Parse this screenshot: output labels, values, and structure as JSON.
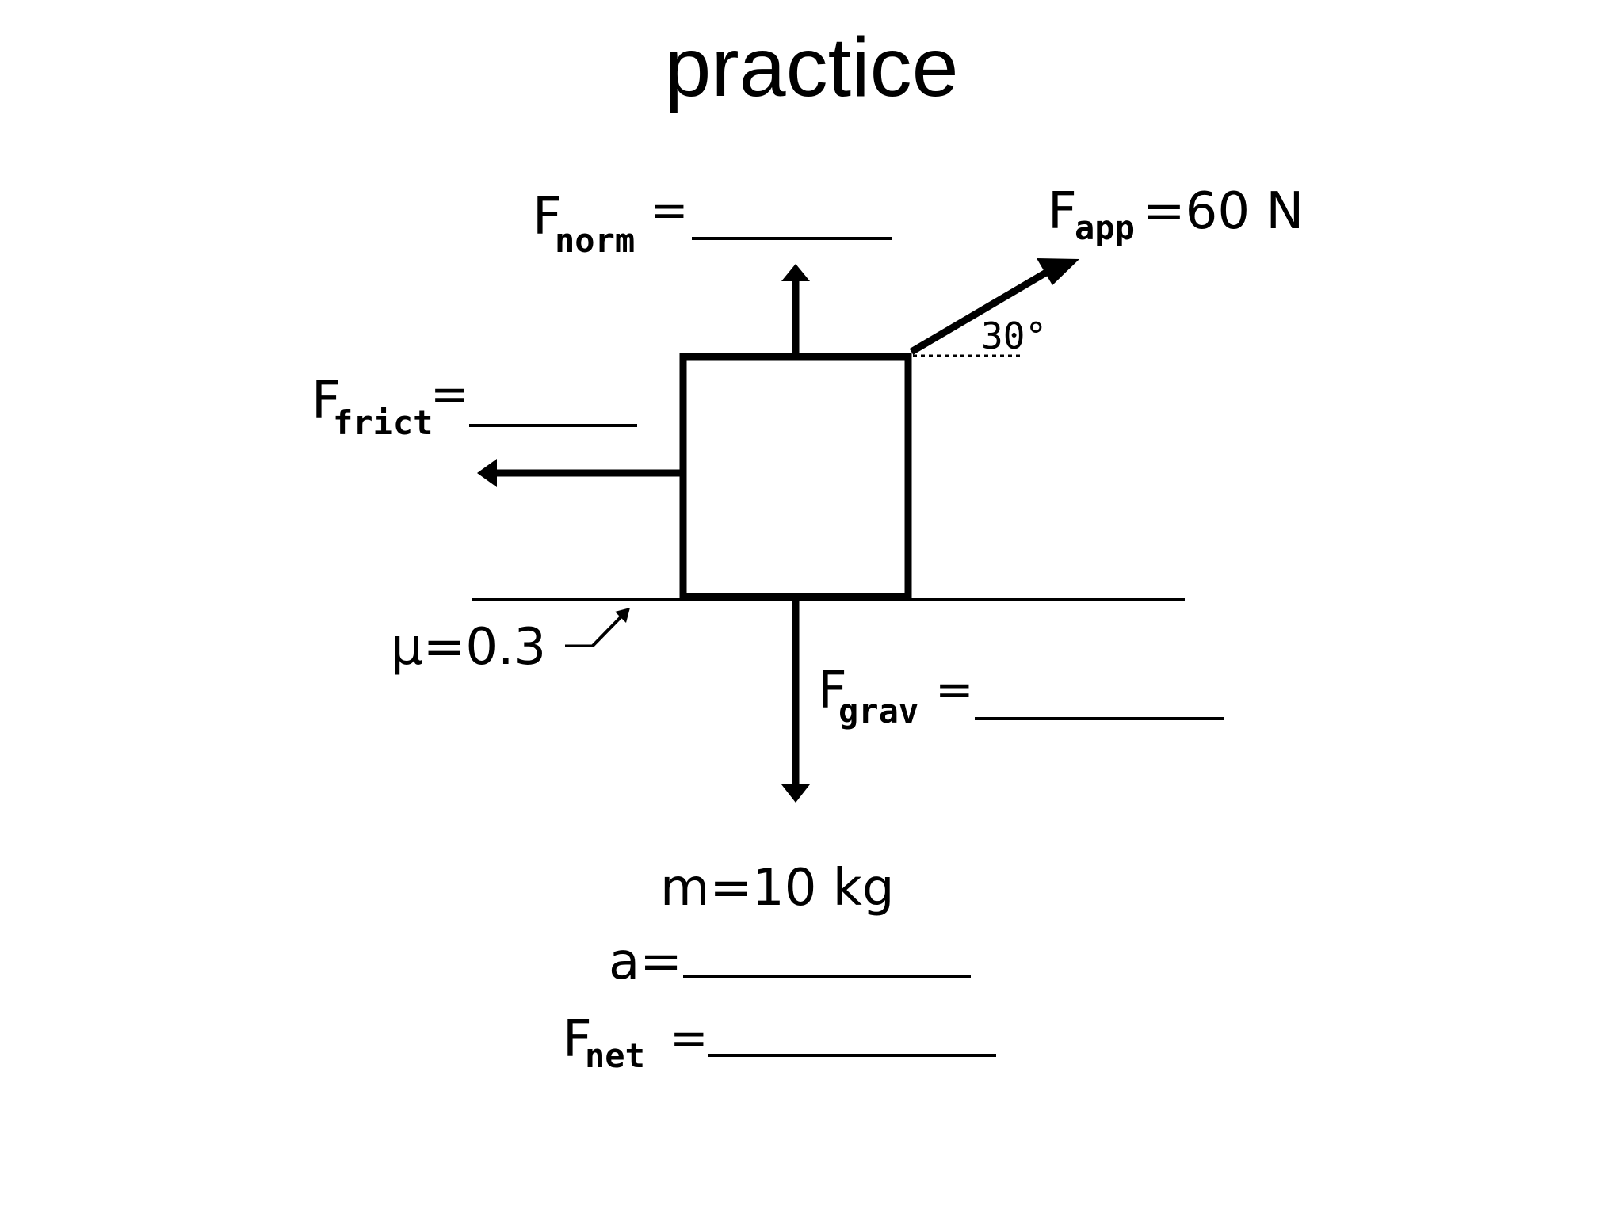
{
  "page": {
    "title": "practice"
  },
  "diagram": {
    "normal_force": {
      "symbol": "F",
      "subscript": "norm",
      "equals": "="
    },
    "applied_force": {
      "symbol": "F",
      "subscript": "app",
      "value": "=60 N"
    },
    "angle": {
      "value": "30°"
    },
    "friction_force": {
      "symbol": "F",
      "subscript": "frict",
      "equals": "="
    },
    "coefficient": {
      "label": "μ=0.3"
    },
    "gravity_force": {
      "symbol": "F",
      "subscript": "grav",
      "equals": "="
    },
    "mass": {
      "label": "m=10 kg"
    },
    "acceleration": {
      "label": "a="
    },
    "net_force": {
      "symbol": "F",
      "subscript": "net",
      "equals": "="
    }
  },
  "colors": {
    "ink": "#000000",
    "background": "#ffffff"
  }
}
